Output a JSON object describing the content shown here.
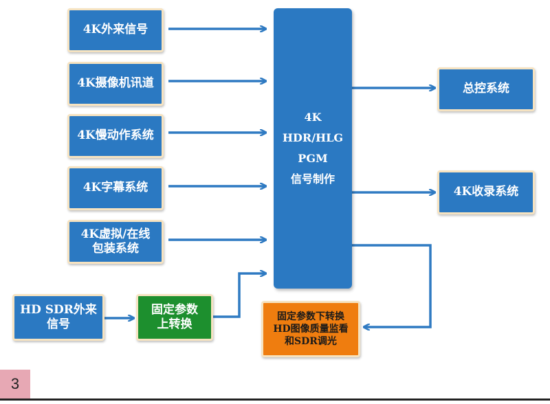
{
  "inputs": [
    {
      "label": "4K外来信号"
    },
    {
      "label": "4K摄像机讯道"
    },
    {
      "label": "4K慢动作系统"
    },
    {
      "label": "4K字幕系统"
    },
    {
      "label": "4K虚拟/在线\n包装系统"
    }
  ],
  "hd_input": {
    "label": "HD SDR外来\n信号"
  },
  "converter": {
    "label": "固定参数\n上转换"
  },
  "center": {
    "line1": "4K",
    "line2": "HDR/HLG",
    "line3": "PGM",
    "line4": "信号制作"
  },
  "outputs": [
    {
      "label": "总控系统"
    },
    {
      "label": "4K收录系统"
    }
  ],
  "monitor": {
    "label": "固定参数下转换\nHD图像质量监看\n和SDR调光"
  },
  "page_number": "3",
  "colors": {
    "node_blue": "#2b79c2",
    "arrow_blue": "#2f7ac2",
    "converter_green": "#1d8f2e",
    "monitor_orange": "#ef7d0f",
    "node_border": "#f6e3c1",
    "page_badge": "#e7a8b4"
  }
}
